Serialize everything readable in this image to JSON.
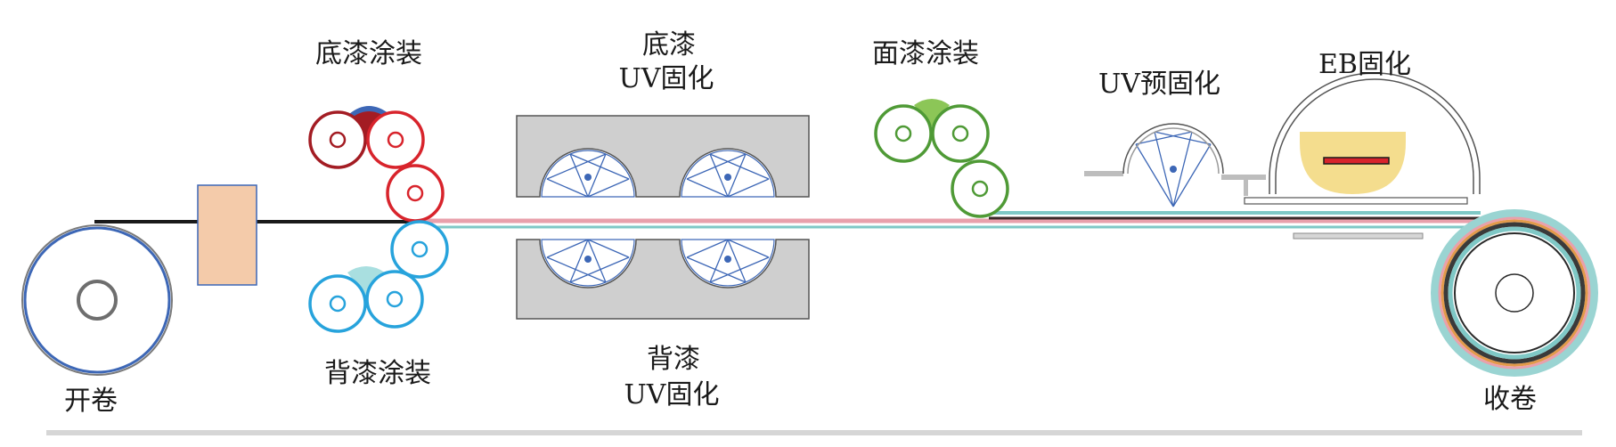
{
  "labels": {
    "unwind": "开卷",
    "rewind": "收卷",
    "primer_coating": "底漆涂装",
    "primer_uv_line1": "底漆",
    "primer_uv_line2": "UV固化",
    "back_coating": "背漆涂装",
    "back_uv_line1": "背漆",
    "back_uv_line2": "UV固化",
    "top_coating": "面漆涂装",
    "uv_pre_cure": "UV预固化",
    "eb_cure": "EB固化"
  },
  "colors": {
    "primer": "#d8242c",
    "primer_dark": "#a31c23",
    "back": "#27a3dc",
    "back_fill": "#a9dfe0",
    "top": "#4f9a36",
    "top_fill": "#8cc657",
    "web": "#1a1a1a",
    "web_pink": "#e9a0ab",
    "web_teal": "#7fc8c6",
    "uv_lamp": "#3d67b6",
    "box": "#cfcfcf",
    "pad": "#f4cbaa",
    "eb_fill": "#f4dd8e"
  }
}
